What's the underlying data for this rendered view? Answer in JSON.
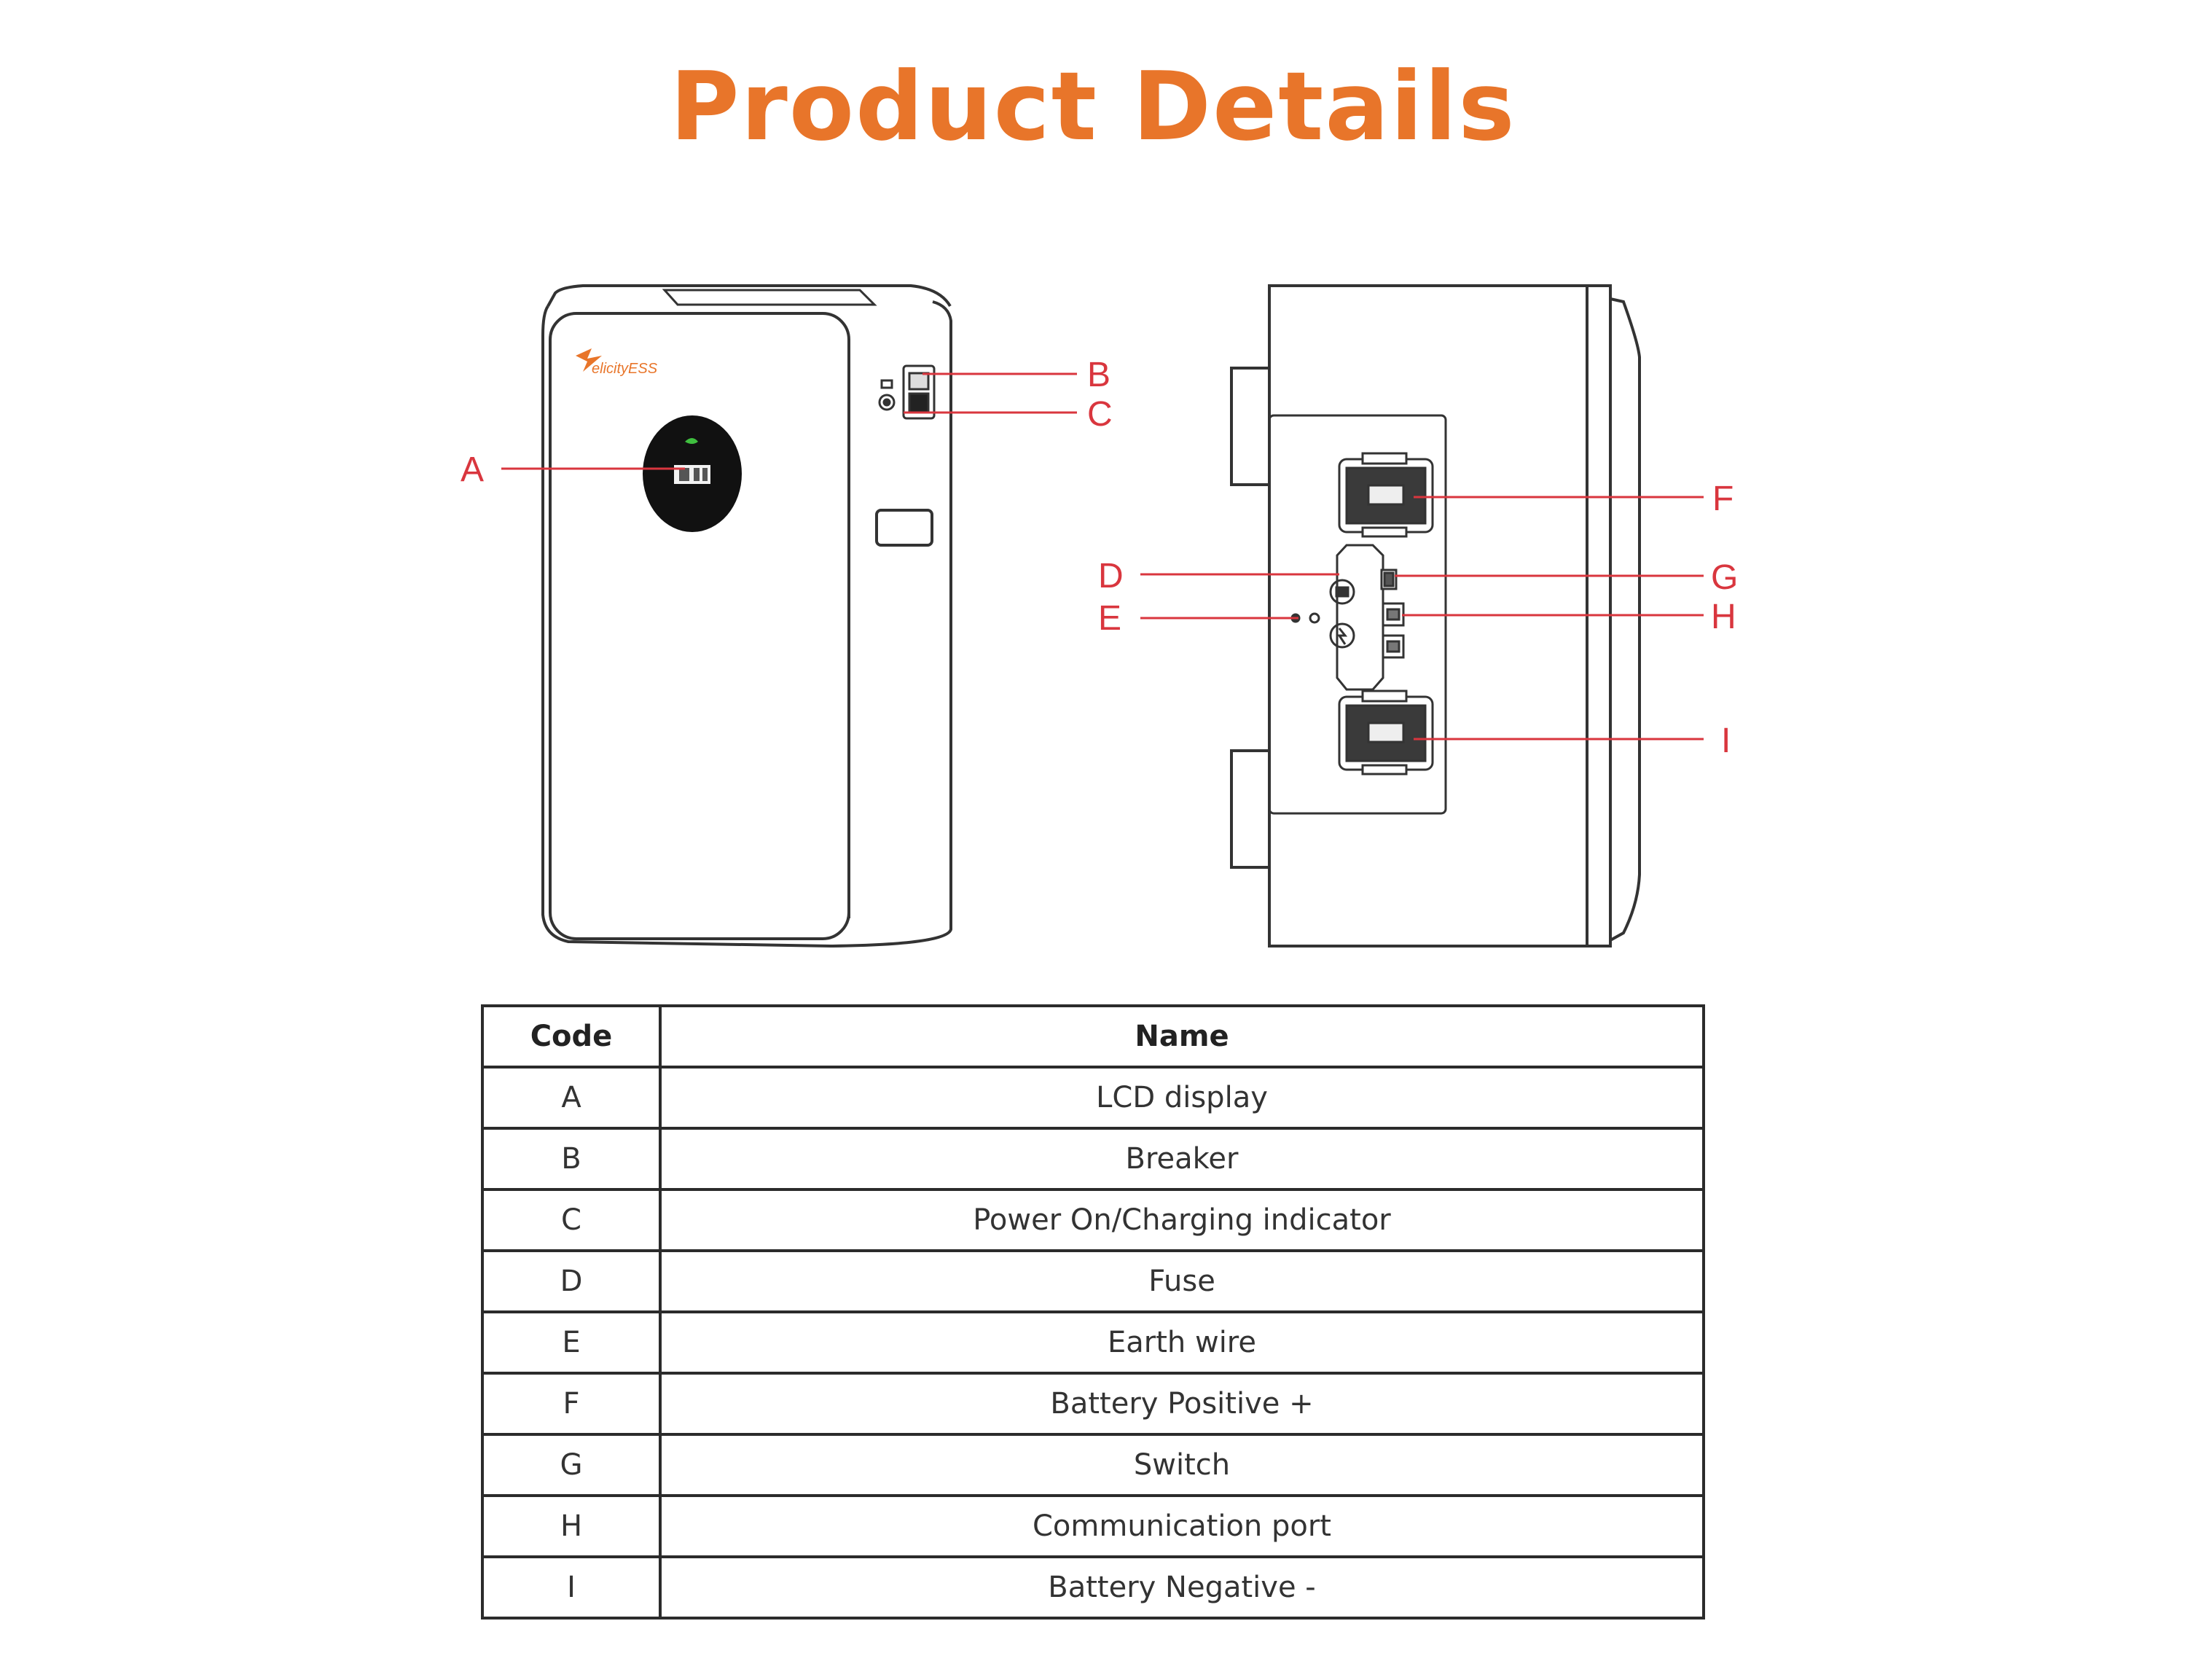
{
  "title": "Product Details",
  "accent_color": "#e8752a",
  "callout_color": "#d9363e",
  "brand_logo": "FelicityESS",
  "callouts": {
    "A": "A",
    "B": "B",
    "C": "C",
    "D": "D",
    "E": "E",
    "F": "F",
    "G": "G",
    "H": "H",
    "I": "I"
  },
  "table": {
    "headers": {
      "code": "Code",
      "name": "Name"
    },
    "rows": [
      {
        "code": "A",
        "name": "LCD display"
      },
      {
        "code": "B",
        "name": "Breaker"
      },
      {
        "code": "C",
        "name": "Power On/Charging indicator"
      },
      {
        "code": "D",
        "name": "Fuse"
      },
      {
        "code": "E",
        "name": "Earth wire"
      },
      {
        "code": "F",
        "name": "Battery Positive +"
      },
      {
        "code": "G",
        "name": "Switch"
      },
      {
        "code": "H",
        "name": "Communication port"
      },
      {
        "code": "I",
        "name": "Battery Negative -"
      }
    ]
  }
}
